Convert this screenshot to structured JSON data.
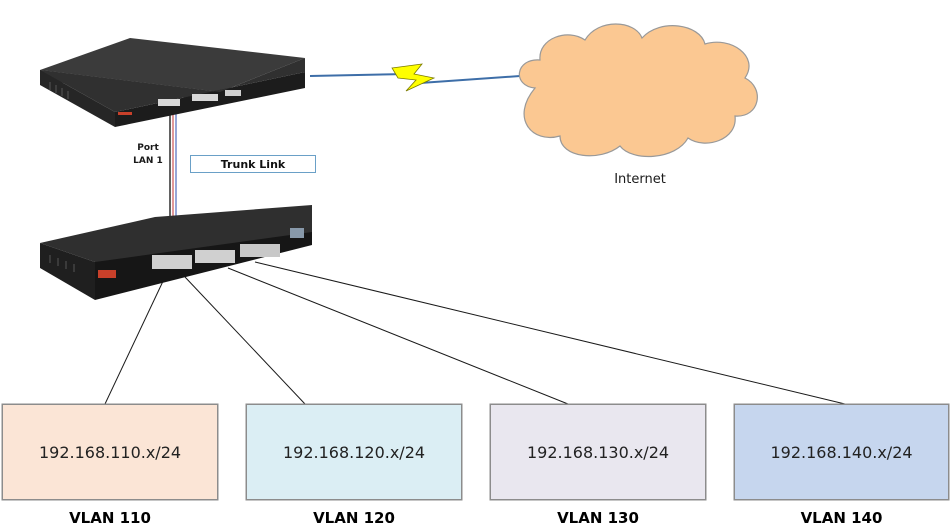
{
  "router": {
    "port_label_line1": "Port",
    "port_label_line2": "LAN 1",
    "trunk_label": "Trunk Link"
  },
  "internet": {
    "label": "Internet"
  },
  "vlans": [
    {
      "subnet": "192.168.110.x/24",
      "name": "VLAN 110",
      "color": "#fbe5d6"
    },
    {
      "subnet": "192.168.120.x/24",
      "name": "VLAN 120",
      "color": "#dbeef4"
    },
    {
      "subnet": "192.168.130.x/24",
      "name": "VLAN 130",
      "color": "#e9e7ef"
    },
    {
      "subnet": "192.168.140.x/24",
      "name": "VLAN 140",
      "color": "#c6d6ee"
    }
  ],
  "colors": {
    "cloud_fill": "#fbc892",
    "cloud_stroke": "#999999",
    "lightning": "#ffff00",
    "link_line": "#3d6ea8"
  }
}
